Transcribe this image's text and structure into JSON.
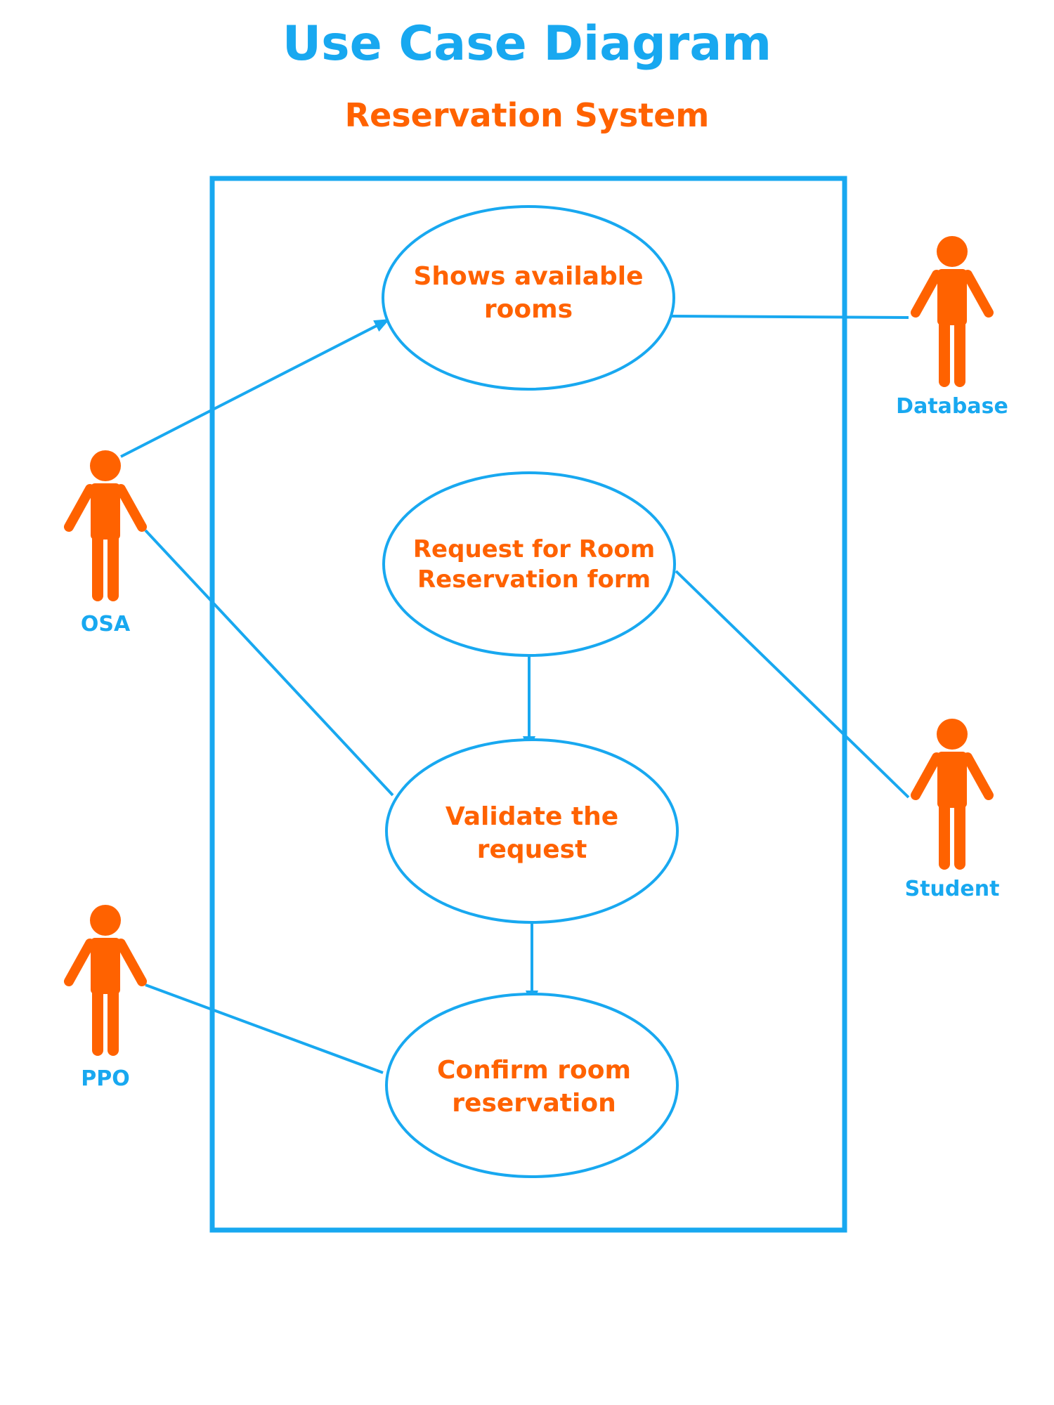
{
  "title": "Use Case Diagram",
  "subtitle": "Reservation System",
  "colors": {
    "primary_blue": "#18A8F0",
    "actor_orange": "#FF6200",
    "background": "#FFFFFF"
  },
  "use_cases": [
    {
      "id": "uc-shows-available-rooms",
      "lines": [
        "Shows available",
        "rooms"
      ]
    },
    {
      "id": "uc-request-room-reservation-form",
      "lines": [
        "Request for Room",
        "Reservation form"
      ]
    },
    {
      "id": "uc-validate-request",
      "lines": [
        "Validate the",
        "request"
      ]
    },
    {
      "id": "uc-confirm-room-reservation",
      "lines": [
        "Confirm room",
        "reservation"
      ]
    }
  ],
  "actors": [
    {
      "id": "actor-osa",
      "label": "OSA",
      "icon": "person-icon"
    },
    {
      "id": "actor-ppo",
      "label": "PPO",
      "icon": "person-icon"
    },
    {
      "id": "actor-database",
      "label": "Database",
      "icon": "person-icon"
    },
    {
      "id": "actor-student",
      "label": "Student",
      "icon": "person-icon"
    }
  ],
  "connections": [
    {
      "from": "actor-osa",
      "to": "uc-shows-available-rooms",
      "arrow": true
    },
    {
      "from": "actor-osa",
      "to": "uc-validate-request",
      "arrow": false
    },
    {
      "from": "actor-database",
      "to": "uc-shows-available-rooms",
      "arrow": false
    },
    {
      "from": "actor-student",
      "to": "uc-request-room-reservation-form",
      "arrow": false
    },
    {
      "from": "uc-request-room-reservation-form",
      "to": "uc-validate-request",
      "arrow": true
    },
    {
      "from": "uc-validate-request",
      "to": "uc-confirm-room-reservation",
      "arrow": true
    },
    {
      "from": "actor-ppo",
      "to": "uc-confirm-room-reservation",
      "arrow": false
    }
  ]
}
